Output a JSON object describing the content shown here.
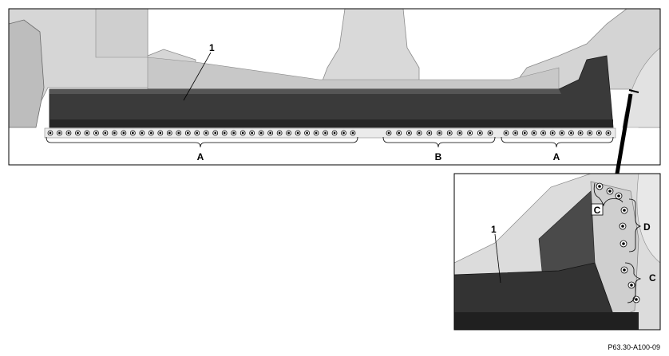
{
  "main_view": {
    "part_label": "1",
    "zone_labels": [
      "A",
      "B",
      "A"
    ],
    "spot_weld_counts": [
      34,
      11,
      12
    ]
  },
  "detail_view": {
    "part_label": "1",
    "zone_labels": [
      "C",
      "D",
      "C"
    ],
    "spot_weld_counts": [
      3,
      3,
      3
    ]
  },
  "figure_code": "P63.30-A100-09",
  "colors": {
    "sill_panel": "#3a3a3a",
    "sill_panel_dark": "#262626",
    "body_light": "#d9d9d9",
    "body_mid": "#bfbfbf",
    "frame": "#000000"
  }
}
